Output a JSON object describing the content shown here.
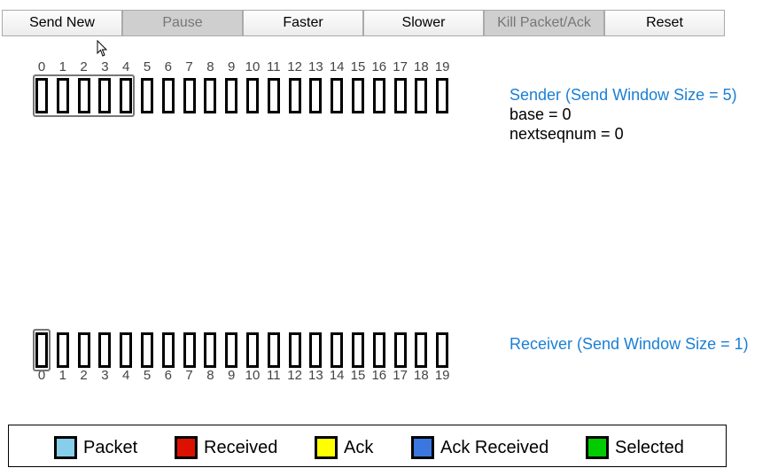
{
  "buttons": [
    {
      "label": "Send New",
      "enabled": true
    },
    {
      "label": "Pause",
      "enabled": false
    },
    {
      "label": "Faster",
      "enabled": true
    },
    {
      "label": "Slower",
      "enabled": true
    },
    {
      "label": "Kill Packet/Ack",
      "enabled": false
    },
    {
      "label": "Reset",
      "enabled": true
    }
  ],
  "sequence_numbers": [
    "0",
    "1",
    "2",
    "3",
    "4",
    "5",
    "6",
    "7",
    "8",
    "9",
    "10",
    "11",
    "12",
    "13",
    "14",
    "15",
    "16",
    "17",
    "18",
    "19"
  ],
  "sender": {
    "title": "Sender (Send Window Size = 5)",
    "base": "base = 0",
    "nextseqnum": "nextseqnum = 0",
    "window_size": 5,
    "window_start": 0
  },
  "receiver": {
    "title": "Receiver (Send Window Size = 1)",
    "window_size": 1,
    "window_start": 0
  },
  "legend": [
    {
      "label": "Packet",
      "color": "#87ceeb"
    },
    {
      "label": "Received",
      "color": "#dd1100"
    },
    {
      "label": "Ack",
      "color": "#ffff00"
    },
    {
      "label": "Ack Received",
      "color": "#3a78e0"
    },
    {
      "label": "Selected",
      "color": "#00cc00"
    }
  ]
}
